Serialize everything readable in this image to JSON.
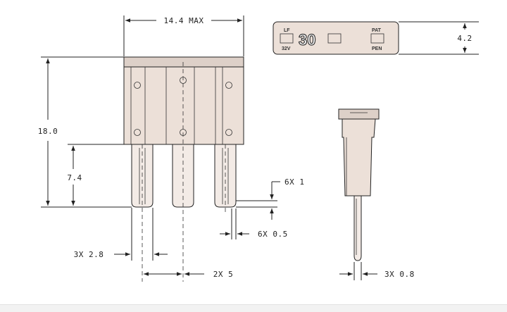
{
  "dimensions": {
    "width_max": "14.4 MAX",
    "height": "18.0",
    "body_height": "7.4",
    "pin_width": "3X 2.8",
    "pin_spacing": "2X 5",
    "pin_tip_radius": "6X 1",
    "pin_tip_chamfer": "6X 0.5",
    "label_height": "4.2",
    "side_thickness": "3X 0.8"
  },
  "markings": {
    "left_top": "LF",
    "left_bottom": "32V",
    "rating": "30",
    "right_top": "PAT",
    "right_bottom": "PEN"
  }
}
